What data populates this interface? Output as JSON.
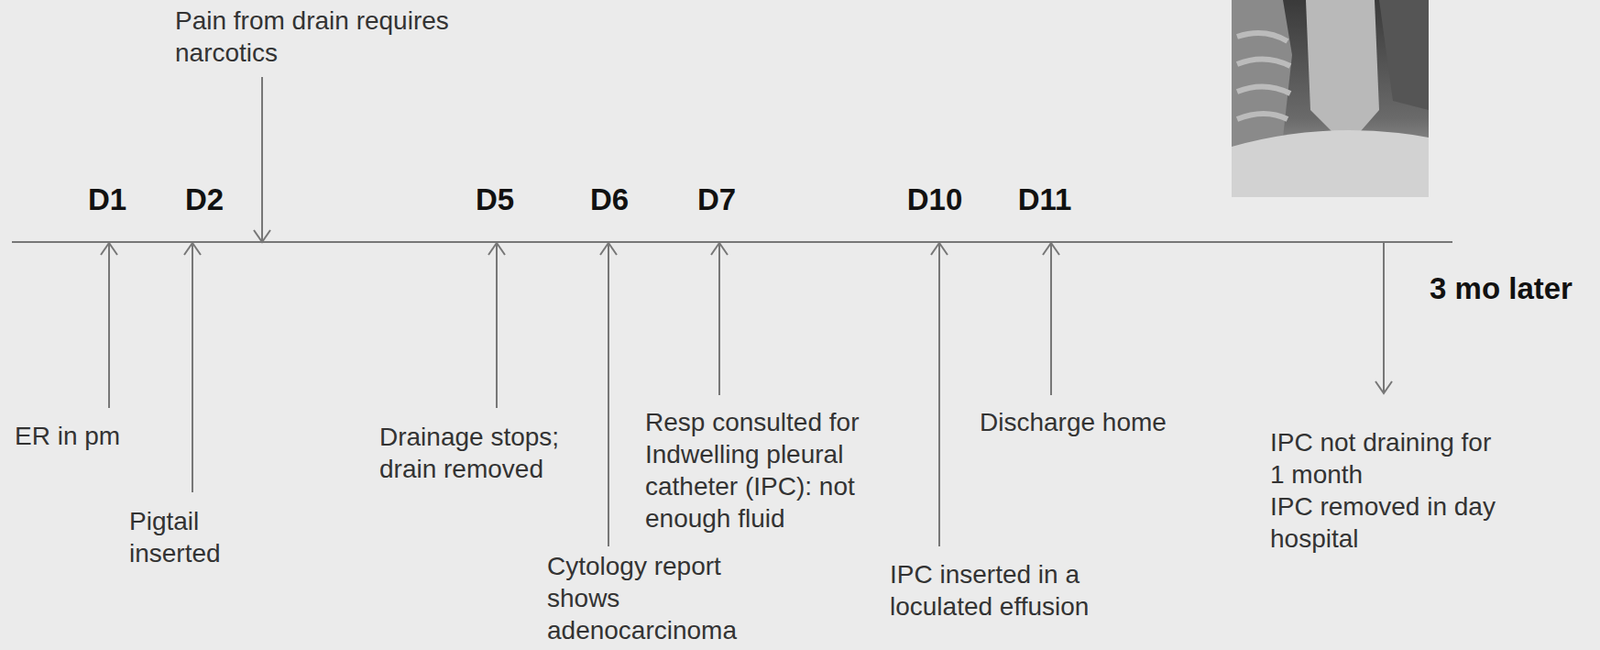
{
  "diagram": {
    "labels": [
      "Pain from drain requires narcotics",
      "D1",
      "D2",
      "D5",
      "D6",
      "D7",
      "D10",
      "D11",
      "3 mo later",
      "ER in pm",
      "Pigtail inserted",
      "Drainage stops; drain removed",
      "Resp consulted for Indwelling pleural catheter (IPC): not enough fluid",
      "Discharge home",
      "IPC not draining for 1 month",
      "IPC removed in day hospital",
      "Cytology report shows adenocarcinoma",
      "IPC inserted in a loculated effusion"
    ]
  }
}
